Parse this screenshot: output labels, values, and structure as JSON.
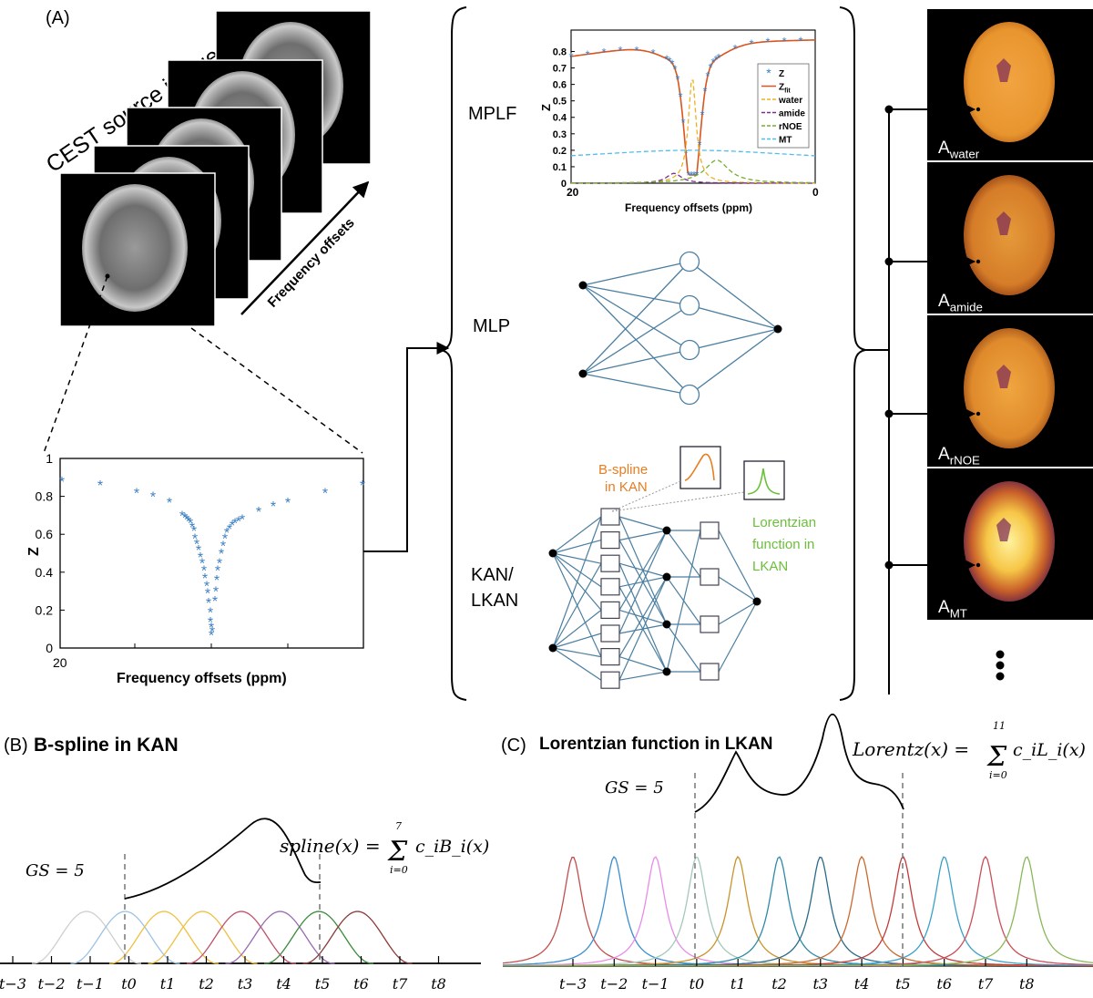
{
  "panel_a": {
    "label": "(A)",
    "stack_title": "CEST source images",
    "stack_arrow_label": "Frequency offsets",
    "ellipsis": "•••",
    "methods": [
      "MPLF",
      "MLP",
      "KAN/",
      "LKAN"
    ],
    "bspline_note": [
      "B-spline",
      "in KAN"
    ],
    "lorentz_note": [
      "Lorentzian",
      "function in",
      "LKAN"
    ],
    "maps": [
      {
        "base": "A",
        "sub": "water"
      },
      {
        "base": "A",
        "sub": "amide"
      },
      {
        "base": "A",
        "sub": "rNOE"
      },
      {
        "base": "A",
        "sub": "MT"
      }
    ],
    "colors": {
      "network": "#4a7ea0",
      "star": "#3b7fc2",
      "bspline": "#e67e22",
      "lorentz": "#6cbf3c"
    }
  },
  "zspectrum": {
    "ylabel": "Z",
    "xlabel": "Frequency offsets (ppm)",
    "x_tick": "20",
    "y_ticks": [
      "0",
      "0.2",
      "0.4",
      "0.6",
      "0.8",
      "1"
    ]
  },
  "mplf_plot": {
    "ylabel": "Z",
    "xlabel": "Frequency offsets (ppm)",
    "x_ticks": [
      "20",
      "0"
    ],
    "y_ticks": [
      "0",
      "0.1",
      "0.2",
      "0.3",
      "0.4",
      "0.5",
      "0.6",
      "0.7",
      "0.8"
    ],
    "legend": [
      {
        "label": "Z",
        "color": "#3b7fc2"
      },
      {
        "label": "Z",
        "sub": "fit",
        "color": "#d9541e"
      },
      {
        "label": "water",
        "color": "#edb120"
      },
      {
        "label": "amide",
        "color": "#7e2f8e"
      },
      {
        "label": "rNOE",
        "color": "#77ac30"
      },
      {
        "label": "MT",
        "color": "#4dbeee"
      }
    ]
  },
  "panel_b": {
    "label": "(B)",
    "title": "B-spline in KAN",
    "grid_size": "GS = 5",
    "formula_lhs": "spline(x) =",
    "sum_upper": "7",
    "sum_lower": "i=0",
    "formula_rhs": "c_iB_i(x)",
    "ticks": [
      "t−3",
      "t−2",
      "t−1",
      "t0",
      "t1",
      "t2",
      "t3",
      "t4",
      "t5",
      "t6",
      "t7",
      "t8"
    ]
  },
  "panel_c": {
    "label": "(C)",
    "title": "Lorentzian function in LKAN",
    "grid_size": "GS = 5",
    "formula_lhs": "Lorentz(x) =",
    "sum_upper": "11",
    "sum_lower": "i=0",
    "formula_rhs": "c_iL_i(x)",
    "ticks": [
      "t−3",
      "t−2",
      "t−1",
      "t0",
      "t1",
      "t2",
      "t3",
      "t4",
      "t5",
      "t6",
      "t7",
      "t8"
    ]
  }
}
